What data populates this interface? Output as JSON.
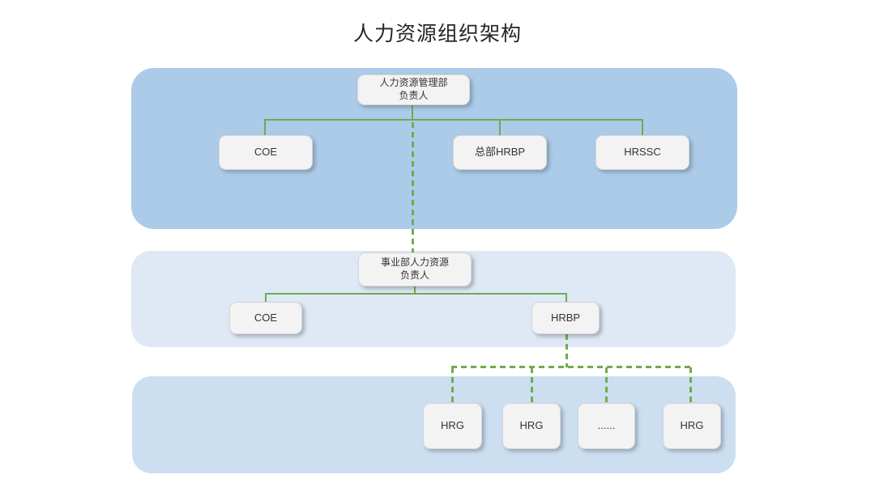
{
  "title": "人力资源组织架构",
  "colors": {
    "band_top": "#abcbe9",
    "band_middle": "#dfe9f5",
    "band_bottom": "#ccdff1",
    "connector": "#6fab4f",
    "node_fill": "#f3f3f3",
    "node_border": "#d6d6d6",
    "text": "#333333",
    "title_color": "#262626"
  },
  "levels": {
    "top": {
      "root": {
        "line1": "人力资源管理部",
        "line2": "负责人"
      },
      "children": [
        "COE",
        "总部HRBP",
        "HRSSC"
      ]
    },
    "middle": {
      "root": {
        "line1": "事业部人力资源",
        "line2": "负责人"
      },
      "children": [
        "COE",
        "HRBP"
      ]
    },
    "bottom": {
      "children": [
        "HRG",
        "HRG",
        "......",
        "HRG"
      ]
    }
  }
}
